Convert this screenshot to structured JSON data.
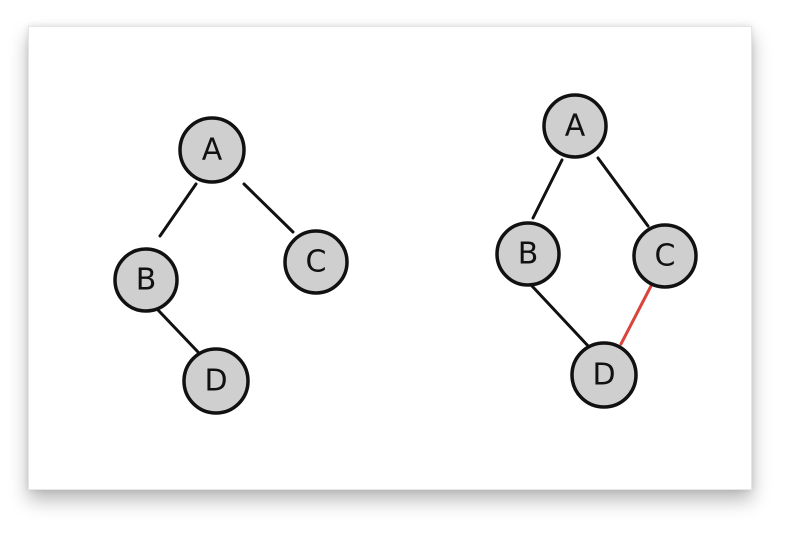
{
  "colors": {
    "node_fill": "#cfcfcf",
    "node_stroke": "#111111",
    "edge": "#111111",
    "highlight_edge": "#d9453b"
  },
  "graphs": [
    {
      "id": "left-tree",
      "nodes": [
        {
          "id": "A",
          "label": "A"
        },
        {
          "id": "B",
          "label": "B"
        },
        {
          "id": "C",
          "label": "C"
        },
        {
          "id": "D",
          "label": "D"
        }
      ],
      "edges": [
        {
          "from": "A",
          "to": "B",
          "highlight": false
        },
        {
          "from": "A",
          "to": "C",
          "highlight": false
        },
        {
          "from": "B",
          "to": "D",
          "highlight": false
        }
      ]
    },
    {
      "id": "right-graph",
      "nodes": [
        {
          "id": "A",
          "label": "A"
        },
        {
          "id": "B",
          "label": "B"
        },
        {
          "id": "C",
          "label": "C"
        },
        {
          "id": "D",
          "label": "D"
        }
      ],
      "edges": [
        {
          "from": "A",
          "to": "B",
          "highlight": false
        },
        {
          "from": "A",
          "to": "C",
          "highlight": false
        },
        {
          "from": "B",
          "to": "D",
          "highlight": false
        },
        {
          "from": "C",
          "to": "D",
          "highlight": true
        }
      ]
    }
  ]
}
